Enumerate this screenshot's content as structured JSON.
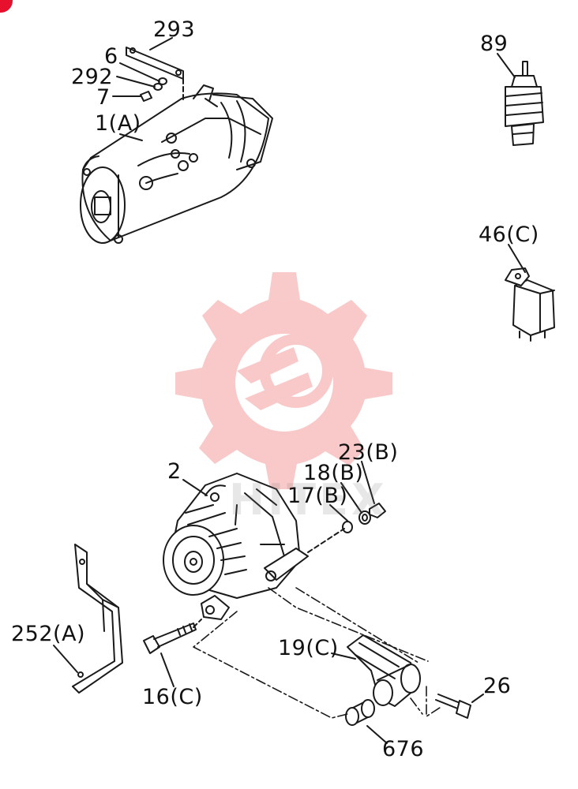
{
  "colors": {
    "line": "#1a1a1a",
    "watermark": "#f2a0a0",
    "corner": "#e8112d"
  },
  "labels": {
    "l293": "293",
    "l6": "6",
    "l292": "292",
    "l7": "7",
    "l1a": "1(A)",
    "l89": "89",
    "l46c": "46(C)",
    "l23b": "23(B)",
    "l18b": "18(B)",
    "l17b": "17(B)",
    "l2": "2",
    "l252a": "252(A)",
    "l19c": "19(C)",
    "l16c": "16(C)",
    "l26": "26",
    "l676": "676"
  },
  "watermark": {
    "brand": "HITEX"
  }
}
